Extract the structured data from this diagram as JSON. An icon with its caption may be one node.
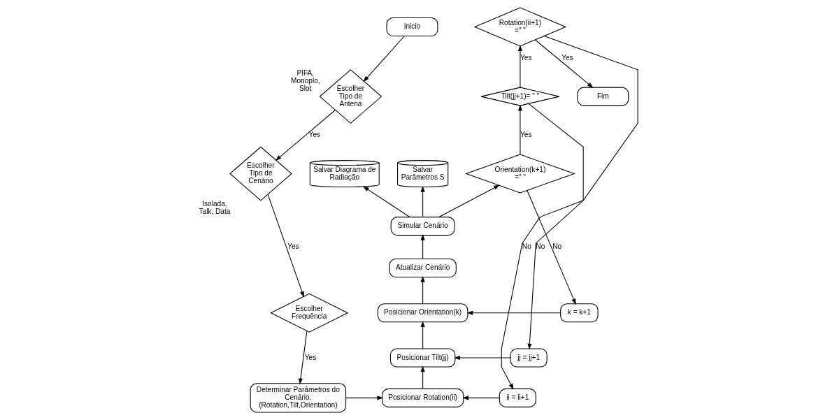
{
  "diagram": {
    "nodes": [
      {
        "text": [
          "Inicio"
        ]
      },
      {
        "text": [
          "Escolher Tipo de Antena"
        ],
        "beside": [
          "PIFA, Monoplo, Slot"
        ]
      },
      {
        "text": [
          "Escolher Tipo de Cenário"
        ],
        "beside": [
          "Isolada, Talk, Data"
        ]
      },
      {
        "text": [
          "Escolher Frequência"
        ]
      },
      {
        "text": [
          "Determinar Parâmetros do Cenário. (Rotation,Tilt,Orientation)"
        ]
      },
      {
        "text": [
          "Salvar Diagrama de Radiação"
        ]
      },
      {
        "text": [
          "Salvar Parâmetros S"
        ]
      },
      {
        "text": [
          "Simular Cenário"
        ]
      },
      {
        "text": [
          "Atualizar Cenário"
        ]
      },
      {
        "text": [
          "Posicionar Orientation(k)"
        ]
      },
      {
        "text": [
          "Posicionar Tilt(jj)"
        ]
      },
      {
        "text": [
          "Posicionar Rotation(ii)"
        ]
      },
      {
        "text": [
          "Rotation(ii+1) =\" \""
        ]
      },
      {
        "text": [
          "Tilt(jj+1)= \" \""
        ]
      },
      {
        "text": [
          "Orientation(k+1) =\" \""
        ]
      },
      {
        "text": [
          "Fim"
        ]
      },
      {
        "text": [
          "k = k+1"
        ]
      },
      {
        "text": [
          "jj = jj+1"
        ]
      },
      {
        "text": [
          "ii = ii+1"
        ]
      }
    ],
    "edges": [
      {
        "from": 0,
        "to": 1,
        "arrow": "to"
      },
      {
        "from": 1,
        "to": 2,
        "arrow": "to",
        "label": "Yes"
      },
      {
        "from": 2,
        "to": 3,
        "arrow": "to",
        "label": "Yes"
      },
      {
        "from": 3,
        "to": 4,
        "arrow": "to",
        "label": "Yes"
      },
      {
        "from": 4,
        "to": 11,
        "arrow": "to"
      },
      {
        "from": 11,
        "to": 10,
        "arrow": "to"
      },
      {
        "from": 10,
        "to": 9,
        "arrow": "to"
      },
      {
        "from": 9,
        "to": 8,
        "arrow": "to"
      },
      {
        "from": 8,
        "to": 7,
        "arrow": "to"
      },
      {
        "from": 7,
        "to": 5,
        "arrow": "to"
      },
      {
        "from": 7,
        "to": 6,
        "arrow": "to"
      },
      {
        "from": 7,
        "to": 14,
        "arrow": "to"
      },
      {
        "from": 14,
        "to": 13,
        "arrow": "to",
        "label": "Yes"
      },
      {
        "from": 13,
        "to": 12,
        "arrow": "to",
        "label": "Yes"
      },
      {
        "from": 12,
        "to": 15,
        "arrow": "to",
        "label": "Yes"
      },
      {
        "from": 14,
        "to": 16,
        "arrow": "to",
        "label": "No"
      },
      {
        "from": 16,
        "to": 9,
        "arrow": "to"
      },
      {
        "from": 13,
        "to": 17,
        "arrow": "to",
        "label": "No"
      },
      {
        "from": 17,
        "to": 10,
        "arrow": "to"
      },
      {
        "from": 12,
        "to": 18,
        "arrow": "to",
        "label": "No"
      },
      {
        "from": 18,
        "to": 11,
        "arrow": "to"
      }
    ]
  }
}
